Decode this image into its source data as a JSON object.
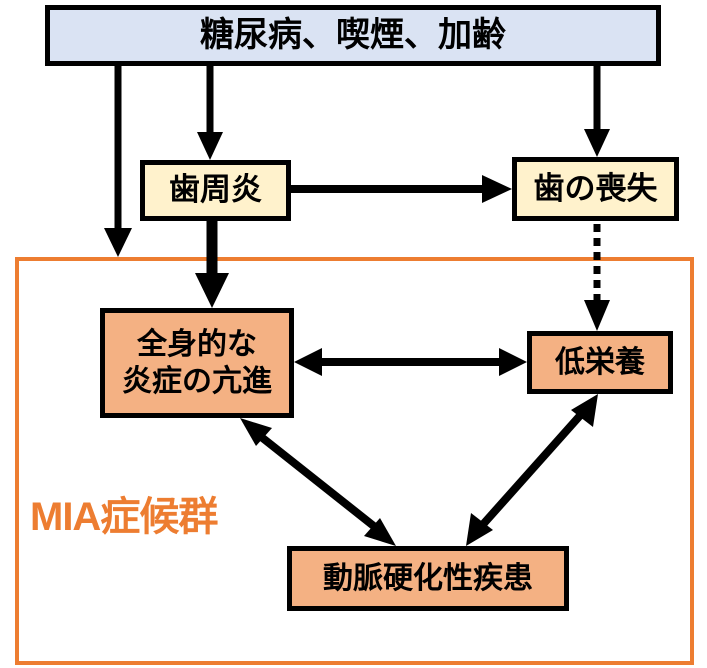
{
  "diagram": {
    "risk_factors": "糖尿病、喫煙、加齢",
    "nodes": {
      "periodontitis": "歯周炎",
      "tooth_loss": "歯の喪失",
      "inflammation_line1": "全身的な",
      "inflammation_line2": "炎症の亢進",
      "malnutrition": "低栄養",
      "atherosclerosis": "動脈硬化性疾患"
    },
    "group_label": "MIA症候群",
    "edges": [
      {
        "from": "risk_factors",
        "to": "MIA症候群",
        "style": "solid",
        "direction": "forward"
      },
      {
        "from": "risk_factors",
        "to": "歯周炎",
        "style": "solid",
        "direction": "forward"
      },
      {
        "from": "risk_factors",
        "to": "歯の喪失",
        "style": "solid",
        "direction": "forward"
      },
      {
        "from": "歯周炎",
        "to": "歯の喪失",
        "style": "solid",
        "direction": "forward"
      },
      {
        "from": "歯周炎",
        "to": "全身的な炎症の亢進",
        "style": "solid",
        "direction": "forward"
      },
      {
        "from": "歯の喪失",
        "to": "低栄養",
        "style": "dotted",
        "direction": "forward"
      },
      {
        "from": "全身的な炎症の亢進",
        "to": "低栄養",
        "style": "solid",
        "direction": "both"
      },
      {
        "from": "全身的な炎症の亢進",
        "to": "動脈硬化性疾患",
        "style": "solid",
        "direction": "both"
      },
      {
        "from": "低栄養",
        "to": "動脈硬化性疾患",
        "style": "solid",
        "direction": "both"
      }
    ],
    "colors": {
      "risk_fill": "#dae3f3",
      "cause_fill": "#fff2cc",
      "syndrome_fill": "#f4b183",
      "group_frame": "#ed7d31",
      "arrow": "#000000"
    }
  }
}
